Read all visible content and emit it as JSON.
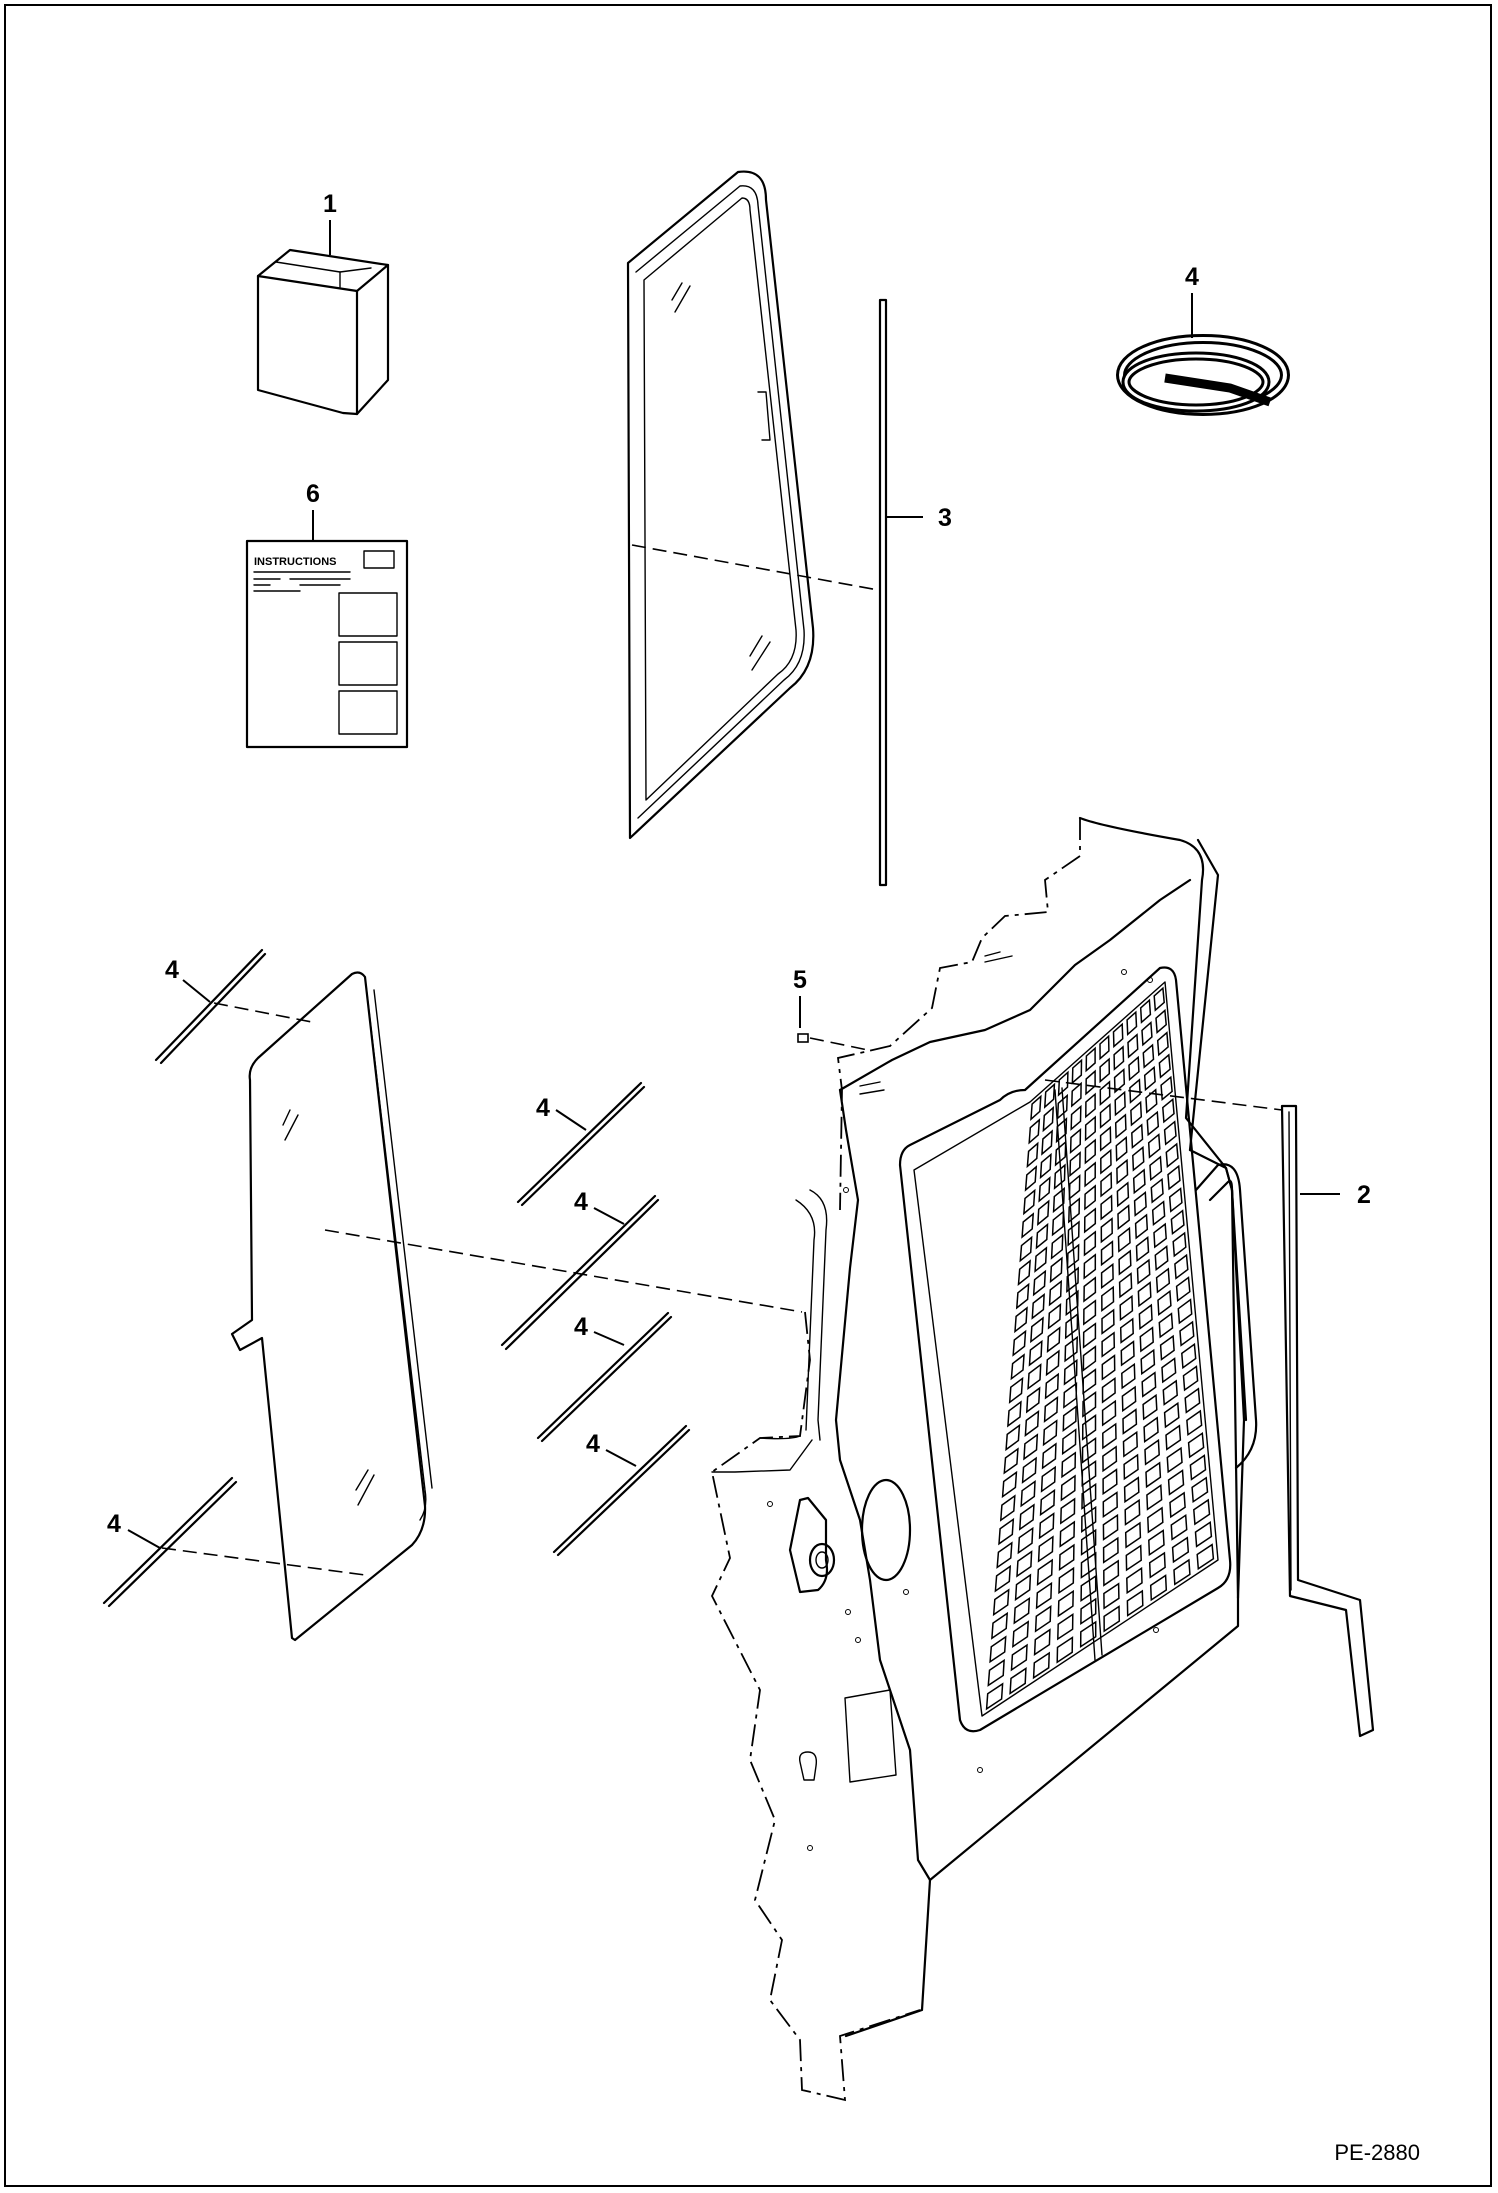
{
  "callouts": {
    "c1": "1",
    "c2": "2",
    "c3": "3",
    "c4_hose": "4",
    "c4_a": "4",
    "c4_b": "4",
    "c4_c": "4",
    "c4_d": "4",
    "c4_e": "4",
    "c4_f": "4",
    "c5": "5",
    "c6": "6"
  },
  "instructions_sheet": {
    "heading": "INSTRUCTIONS"
  },
  "drawing_number": "PE-2880",
  "icons": [
    "kit-box-icon",
    "instructions-sheet-icon",
    "rubber-hose-coil-icon",
    "door-window-icon",
    "side-window-icon",
    "cab-frame-icon"
  ]
}
